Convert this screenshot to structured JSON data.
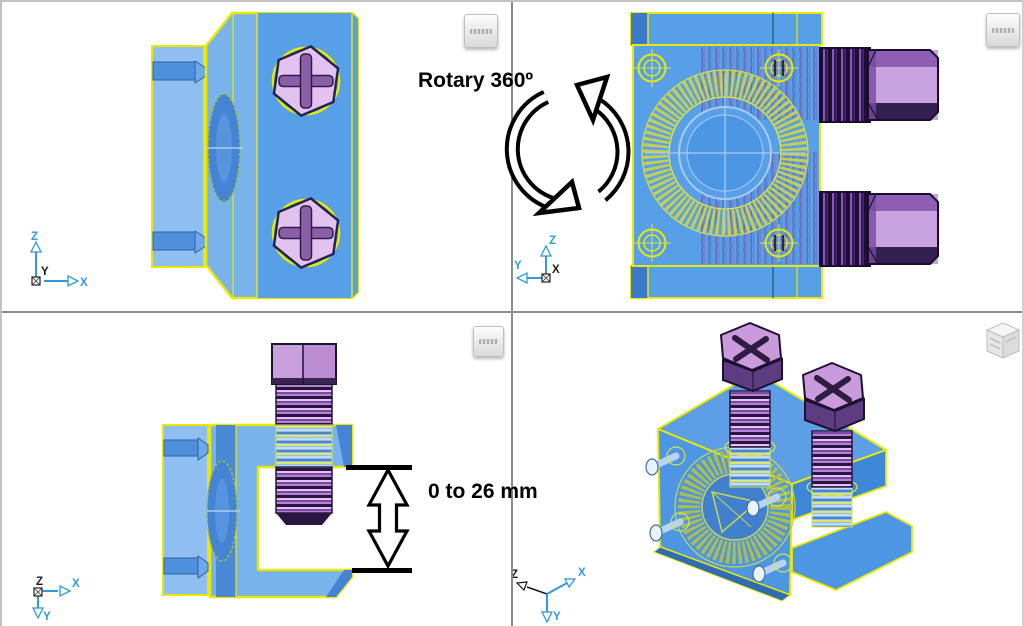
{
  "annotations": {
    "rotation_label": "Rotary 360º",
    "travel_label": "0 to 26 mm"
  },
  "axis_labels": {
    "x": "X",
    "y": "Y",
    "z": "Z"
  },
  "colors": {
    "body_blue": "#57A0E8",
    "body_blue_light": "#8FBEF0",
    "body_blue_dark": "#3E78C8",
    "edge_yellow": "#E8E800",
    "gear_green": "#C2CE55",
    "screw_lilac": "#C9A2E2",
    "screw_purple": "#5E3C82",
    "screw_dark": "#2A1640",
    "axis_cyan": "#2E9AD8",
    "annotation_black": "#000000",
    "divider_gray": "#8C8C8C"
  }
}
